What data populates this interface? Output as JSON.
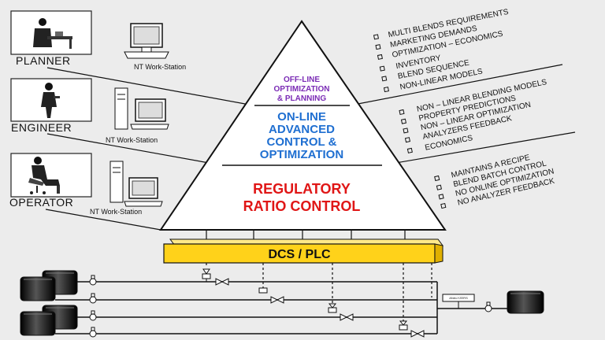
{
  "roles": [
    {
      "id": "planner",
      "label": "PLANNER",
      "workstation": "NT Work-Station"
    },
    {
      "id": "engineer",
      "label": "ENGINEER",
      "workstation": "NT Work-Station"
    },
    {
      "id": "operator",
      "label": "OPERATOR",
      "workstation": "NT Work-Station"
    }
  ],
  "pyramid": {
    "top_lines": [
      "OFF-LINE",
      "OPTIMIZATION",
      "& PLANNING"
    ],
    "middle_lines": [
      "ON-LINE",
      "ADVANCED",
      "CONTROL &",
      "OPTIMIZATION"
    ],
    "bottom_lines": [
      "REGULATORY",
      "RATIO CONTROL"
    ]
  },
  "bullet_groups": [
    [
      "MULTI BLENDS REQUIREMENTS",
      "MARKETING DEMANDS",
      "OPTIMIZATION – ECONOMICS",
      "INVENTORY",
      "BLEND SEQUENCE",
      "NON-LINEAR MODELS"
    ],
    [
      "NON – LINEAR BLENDING MODELS",
      "PROPERTY PREDICTIONS",
      "NON – LINEAR OPTIMIZATION",
      "ANALYZERS FEEDBACK",
      "ECONOMICS"
    ],
    [
      "MAINTAINS A RECIPE",
      "BLEND BATCH CONTROL",
      "NO ONLINE OPTIMIZATION",
      "NO ANALYZER FEEDBACK"
    ]
  ],
  "dcs_label": "DCS / PLC",
  "analyzer_label": "ANALYZERS",
  "colors": {
    "tier_top": "#7a2bb5",
    "tier_middle": "#1f6fd1",
    "tier_bottom": "#e01616",
    "dcs_bar": "#ffd21a"
  }
}
